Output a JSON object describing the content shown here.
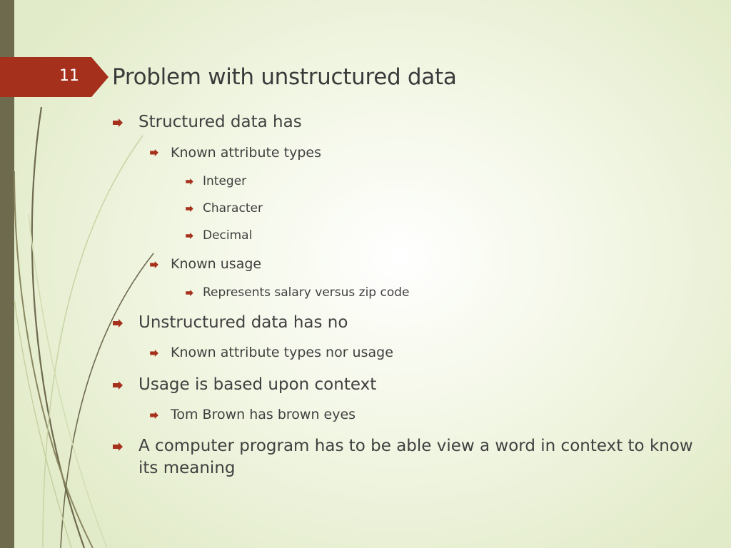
{
  "slide": {
    "number": "11",
    "title": "Problem with unstructured data"
  },
  "bullets": [
    {
      "level": 1,
      "text": "Structured data has"
    },
    {
      "level": 2,
      "text": "Known attribute types"
    },
    {
      "level": 3,
      "text": "Integer"
    },
    {
      "level": 3,
      "text": "Character"
    },
    {
      "level": 3,
      "text": "Decimal"
    },
    {
      "level": 2,
      "text": "Known usage"
    },
    {
      "level": 3,
      "text": "Represents salary versus zip code"
    },
    {
      "level": 1,
      "text": "Unstructured data has no"
    },
    {
      "level": 2,
      "text": "Known attribute types nor usage"
    },
    {
      "level": 1,
      "text": "Usage is based upon context"
    },
    {
      "level": 2,
      "text": "Tom Brown has brown eyes"
    },
    {
      "level": 1,
      "text": "A computer program has to be able view a word in context to know its meaning"
    }
  ],
  "colors": {
    "accent": "#a5301b",
    "sidebar": "#6e6a4e",
    "text": "#404040"
  },
  "icons": {
    "bullet": "arrow-bullet-icon"
  }
}
